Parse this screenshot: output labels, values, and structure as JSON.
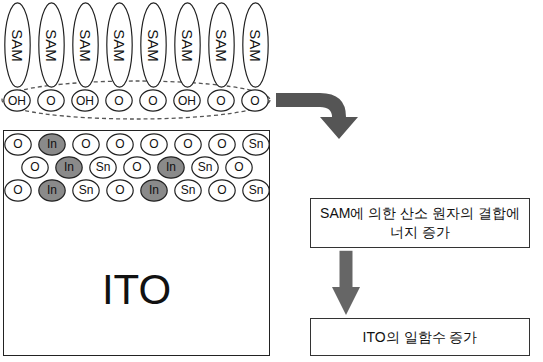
{
  "diagram": {
    "nodes": [
      {
        "text": [
          "SAM"
        ]
      },
      {
        "text": [
          "SAM"
        ]
      },
      {
        "text": [
          "SAM"
        ]
      },
      {
        "text": [
          "SAM"
        ]
      },
      {
        "text": [
          "SAM"
        ]
      },
      {
        "text": [
          "SAM"
        ]
      },
      {
        "text": [
          "SAM"
        ]
      },
      {
        "text": [
          "SAM"
        ]
      },
      {
        "text": [
          "OH"
        ]
      },
      {
        "text": [
          "O"
        ]
      },
      {
        "text": [
          "OH"
        ]
      },
      {
        "text": [
          "O"
        ]
      },
      {
        "text": [
          "O"
        ]
      },
      {
        "text": [
          "OH"
        ]
      },
      {
        "text": [
          "O"
        ]
      },
      {
        "text": [
          "O"
        ]
      },
      {
        "text": [
          "ITO"
        ]
      },
      {
        "text": [
          "O"
        ],
        "in": 16
      },
      {
        "text": [
          "In"
        ],
        "in": 16
      },
      {
        "text": [
          "O"
        ],
        "in": 16
      },
      {
        "text": [
          "O"
        ],
        "in": 16
      },
      {
        "text": [
          "O"
        ],
        "in": 16
      },
      {
        "text": [
          "O"
        ],
        "in": 16
      },
      {
        "text": [
          "O"
        ],
        "in": 16
      },
      {
        "text": [
          "Sn"
        ],
        "in": 16
      },
      {
        "text": [
          "O"
        ],
        "in": 16
      },
      {
        "text": [
          "In"
        ],
        "in": 16
      },
      {
        "text": [
          "Sn"
        ],
        "in": 16
      },
      {
        "text": [
          "O"
        ],
        "in": 16
      },
      {
        "text": [
          "In"
        ],
        "in": 16
      },
      {
        "text": [
          "Sn"
        ],
        "in": 16
      },
      {
        "text": [
          "O"
        ],
        "in": 16
      },
      {
        "text": [
          "O"
        ],
        "in": 16
      },
      {
        "text": [
          "In"
        ],
        "in": 16
      },
      {
        "text": [
          "Sn"
        ],
        "in": 16
      },
      {
        "text": [
          "O"
        ],
        "in": 16
      },
      {
        "text": [
          "In"
        ],
        "in": 16
      },
      {
        "text": [
          "Sn"
        ],
        "in": 16
      },
      {
        "text": [
          "O"
        ],
        "in": 16
      },
      {
        "text": [
          "Sn"
        ],
        "in": 16
      },
      {
        "text": [
          "SAM에 의한 산소 원자의 결합에너지 증가"
        ]
      },
      {
        "text": [
          "ITO의 일함수 증가"
        ]
      }
    ],
    "edges": [
      {
        "from": 40,
        "to": 41,
        "arrow": "to"
      }
    ]
  }
}
